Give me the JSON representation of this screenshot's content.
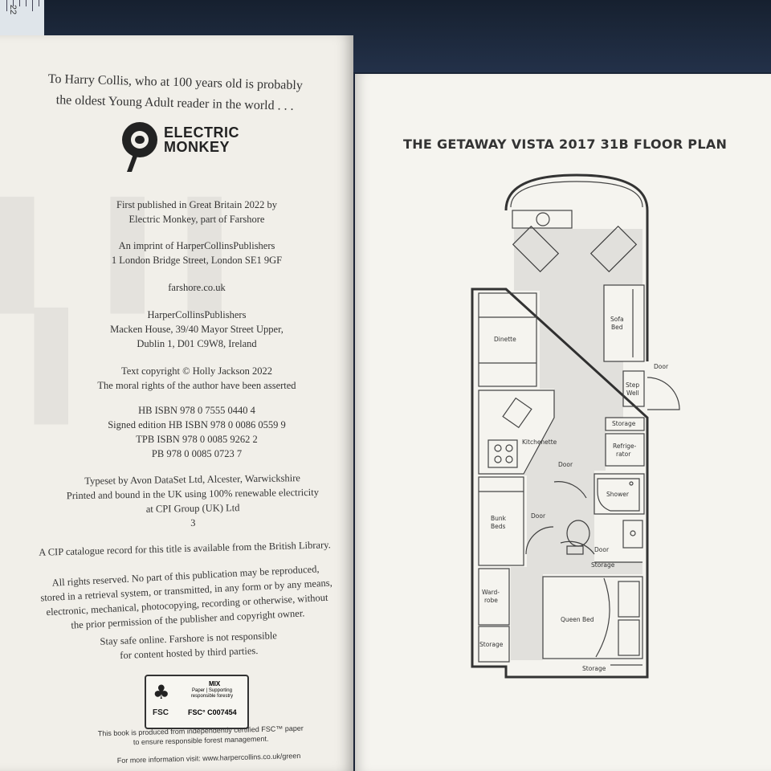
{
  "ruler": {
    "number": "22"
  },
  "left_page": {
    "dedication": [
      "To Harry Collis, who at 100 years old is probably",
      "the oldest Young Adult reader in the world . . ."
    ],
    "logo": {
      "line1": "ELECTRIC",
      "line2": "MONKEY"
    },
    "blocks": [
      [
        "First published in Great Britain 2022 by",
        "Electric Monkey, part of Farshore"
      ],
      [
        "An imprint of HarperCollinsPublishers",
        "1 London Bridge Street, London SE1 9GF"
      ],
      [
        "farshore.co.uk"
      ],
      [
        "HarperCollinsPublishers",
        "Macken House, 39/40 Mayor Street Upper,",
        "Dublin 1, D01 C9W8, Ireland"
      ],
      [
        "Text copyright © Holly Jackson 2022",
        "The moral rights of the author have been asserted"
      ],
      [
        "HB ISBN 978 0 7555 0440 4",
        "Signed edition HB ISBN 978 0 0086 0559 9",
        "TPB ISBN 978 0 0085 9262 2",
        "PB 978 0 0085 0723 7"
      ],
      [
        "Typeset by Avon DataSet Ltd, Alcester, Warwickshire",
        "Printed and bound in the UK using 100% renewable electricity",
        "at CPI Group (UK) Ltd",
        "3"
      ],
      [
        "A CIP catalogue record for this title is available from the British Library."
      ],
      [
        "All rights reserved. No part of this publication may be reproduced,",
        "stored in a retrieval system, or transmitted, in any form or by any means,",
        "electronic, mechanical, photocopying, recording or otherwise, without",
        "the prior permission of the publisher and copyright owner."
      ],
      [
        "Stay safe online. Farshore is not responsible",
        "for content hosted by third parties."
      ]
    ],
    "fsc": {
      "mix": "MIX",
      "line1": "Paper | Supporting",
      "line2": "responsible forestry",
      "brand": "FSC",
      "code": "FSC° C007454"
    },
    "fsc_note": [
      "This book is produced from independently certified FSC™ paper",
      "to ensure responsible forest management."
    ],
    "more_info": "For more information visit: www.harpercollins.co.uk/green"
  },
  "right_page": {
    "title": "THE GETAWAY VISTA 2017 31B FLOOR PLAN",
    "labels": {
      "dinette": "Dinette",
      "sofa1": "Sofa",
      "sofa2": "Bed",
      "door": "Door",
      "step1": "Step",
      "step2": "Well",
      "storage": "Storage",
      "fridge1": "Refrige-",
      "fridge2": "rator",
      "kitchenette": "Kitchenette",
      "shower": "Shower",
      "bunk1": "Bunk",
      "bunk2": "Beds",
      "ward1": "Ward-",
      "ward2": "robe",
      "queen": "Queen Bed"
    }
  }
}
